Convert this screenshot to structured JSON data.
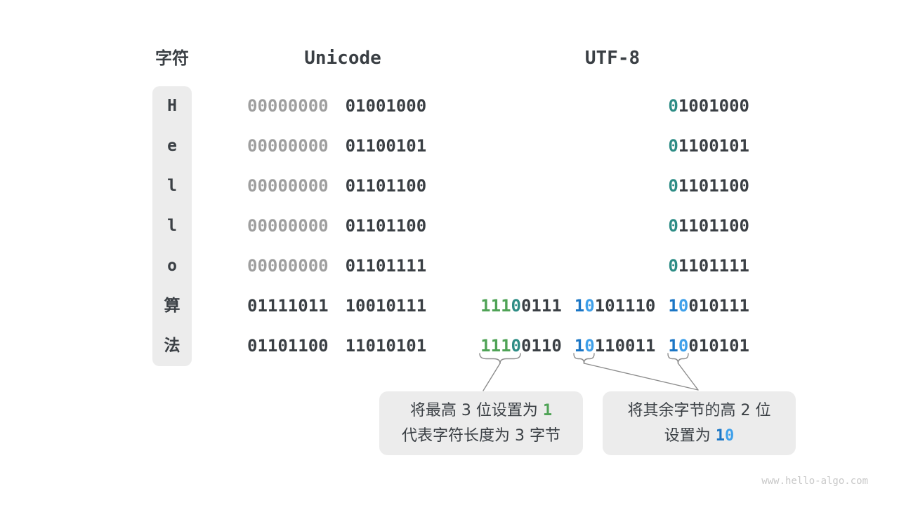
{
  "header": {
    "char_label": "字符",
    "unicode_label": "Unicode",
    "utf8_label": "UTF-8"
  },
  "colors": {
    "green": "#4fa356",
    "teal": "#2d8c85",
    "blue": "#1b76c5",
    "light_blue": "#3fa0ea",
    "dark": "#3a3f44",
    "muted_gray": "#9e9e9e",
    "box_gray": "#ececec"
  },
  "rows": [
    {
      "char": "H",
      "unicode": [
        {
          "bits": "00000000",
          "muted": true
        },
        {
          "bits": "01001000"
        }
      ],
      "utf8": [
        {
          "parts": [
            {
              "bits": "0",
              "color": "teal"
            },
            {
              "bits": "1001000"
            }
          ]
        }
      ]
    },
    {
      "char": "e",
      "unicode": [
        {
          "bits": "00000000",
          "muted": true
        },
        {
          "bits": "01100101"
        }
      ],
      "utf8": [
        {
          "parts": [
            {
              "bits": "0",
              "color": "teal"
            },
            {
              "bits": "1100101"
            }
          ]
        }
      ]
    },
    {
      "char": "l",
      "unicode": [
        {
          "bits": "00000000",
          "muted": true
        },
        {
          "bits": "01101100"
        }
      ],
      "utf8": [
        {
          "parts": [
            {
              "bits": "0",
              "color": "teal"
            },
            {
              "bits": "1101100"
            }
          ]
        }
      ]
    },
    {
      "char": "l",
      "unicode": [
        {
          "bits": "00000000",
          "muted": true
        },
        {
          "bits": "01101100"
        }
      ],
      "utf8": [
        {
          "parts": [
            {
              "bits": "0",
              "color": "teal"
            },
            {
              "bits": "1101100"
            }
          ]
        }
      ]
    },
    {
      "char": "o",
      "unicode": [
        {
          "bits": "00000000",
          "muted": true
        },
        {
          "bits": "01101111"
        }
      ],
      "utf8": [
        {
          "parts": [
            {
              "bits": "0",
              "color": "teal"
            },
            {
              "bits": "1101111"
            }
          ]
        }
      ]
    },
    {
      "char": "算",
      "unicode": [
        {
          "bits": "01111011"
        },
        {
          "bits": "10010111"
        }
      ],
      "utf8": [
        {
          "parts": [
            {
              "bits": "111",
              "color": "green"
            },
            {
              "bits": "0",
              "color": "teal"
            },
            {
              "bits": "0111"
            }
          ]
        },
        {
          "parts": [
            {
              "bits": "1",
              "color": "blue"
            },
            {
              "bits": "0",
              "color": "light_blue"
            },
            {
              "bits": "101110"
            }
          ]
        },
        {
          "parts": [
            {
              "bits": "1",
              "color": "blue"
            },
            {
              "bits": "0",
              "color": "light_blue"
            },
            {
              "bits": "010111"
            }
          ]
        }
      ]
    },
    {
      "char": "法",
      "unicode": [
        {
          "bits": "01101100"
        },
        {
          "bits": "11010101"
        }
      ],
      "utf8": [
        {
          "parts": [
            {
              "bits": "111",
              "color": "green"
            },
            {
              "bits": "0",
              "color": "teal"
            },
            {
              "bits": "0110"
            }
          ]
        },
        {
          "parts": [
            {
              "bits": "1",
              "color": "blue"
            },
            {
              "bits": "0",
              "color": "light_blue"
            },
            {
              "bits": "110011"
            }
          ]
        },
        {
          "parts": [
            {
              "bits": "1",
              "color": "blue"
            },
            {
              "bits": "0",
              "color": "light_blue"
            },
            {
              "bits": "010101"
            }
          ]
        }
      ]
    }
  ],
  "callouts": {
    "left": {
      "line1_prefix": "将最高 3 位设置为 ",
      "line1_parts": [
        {
          "t": "1",
          "c": "green"
        }
      ],
      "line2": "代表字符长度为 3 字节"
    },
    "right": {
      "line1": "将其余字节的高 2 位",
      "line2_prefix": "设置为 ",
      "line2_parts": [
        {
          "t": "1",
          "c": "blue"
        },
        {
          "t": "0",
          "c": "light_blue"
        }
      ]
    }
  },
  "watermark": "www.hello-algo.com"
}
